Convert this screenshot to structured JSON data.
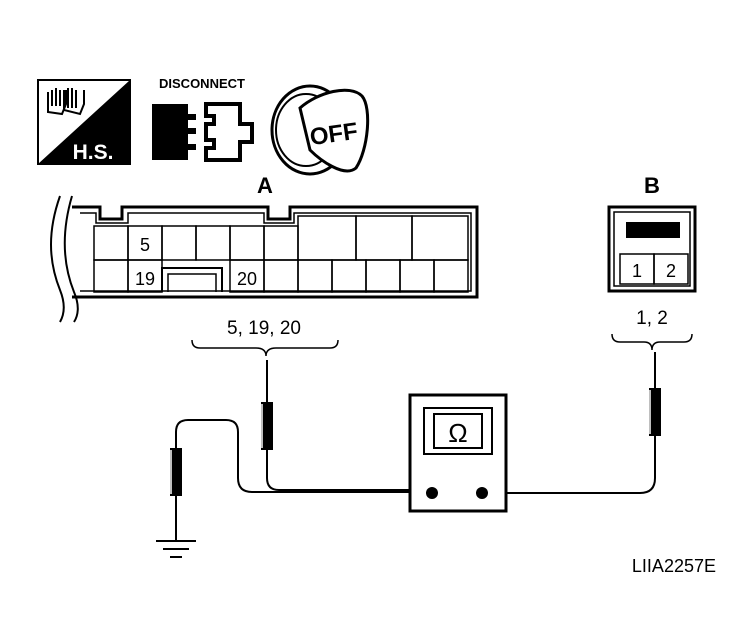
{
  "icons": {
    "hs_label": "H.S.",
    "disconnect_label": "DISCONNECT",
    "ignition_label": "OFF"
  },
  "connector_a": {
    "label": "A",
    "pins": {
      "p5": "5",
      "p19": "19",
      "p20": "20"
    },
    "brace_label": "5, 19, 20"
  },
  "connector_b": {
    "label": "B",
    "pins": {
      "p1": "1",
      "p2": "2"
    },
    "brace_label": "1, 2"
  },
  "meter": {
    "symbol": "Ω"
  },
  "figure_code": "LIIA2257E"
}
